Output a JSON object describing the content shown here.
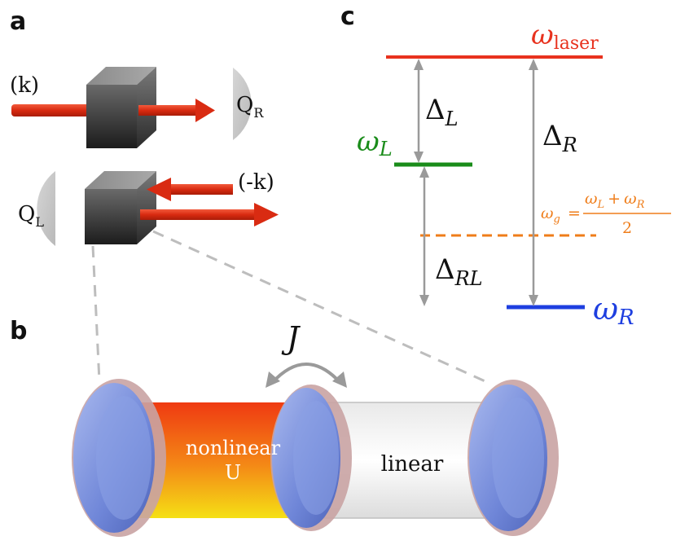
{
  "panels": {
    "a": "a",
    "b": "b",
    "c": "c"
  },
  "panel_a": {
    "input_label": "(k)",
    "reverse_label": "(-k)",
    "detector_right": {
      "base": "Q",
      "sub": "R"
    },
    "detector_left": {
      "base": "Q",
      "sub": "L"
    }
  },
  "panel_b": {
    "coupling_label": "J",
    "nonlinear_line1": "nonlinear",
    "nonlinear_line2": "U",
    "linear_label": "linear"
  },
  "panel_c": {
    "omega_laser": {
      "base": "ω",
      "sub": "laser"
    },
    "omega_L": {
      "base": "ω",
      "sub": "L"
    },
    "omega_R": {
      "base": "ω",
      "sub": "R"
    },
    "delta_L": {
      "base": "Δ",
      "sub": "L"
    },
    "delta_R": {
      "base": "Δ",
      "sub": "R"
    },
    "delta_RL": {
      "base": "Δ",
      "sub": "RL"
    },
    "omega_g": {
      "lhs_base": "ω",
      "lhs_sub": "g",
      "equals": "=",
      "num_a": "ω",
      "num_a_sub": "L",
      "plus": "+",
      "num_b": "ω",
      "num_b_sub": "R",
      "den": "2"
    }
  },
  "colors": {
    "laser": "#e8321e",
    "omega_L": "#1a8c1a",
    "omega_R": "#1e3fe0",
    "omega_g": "#ef7d1a",
    "arrow_gray": "#9a9a9a",
    "beam": "#d92b12"
  }
}
